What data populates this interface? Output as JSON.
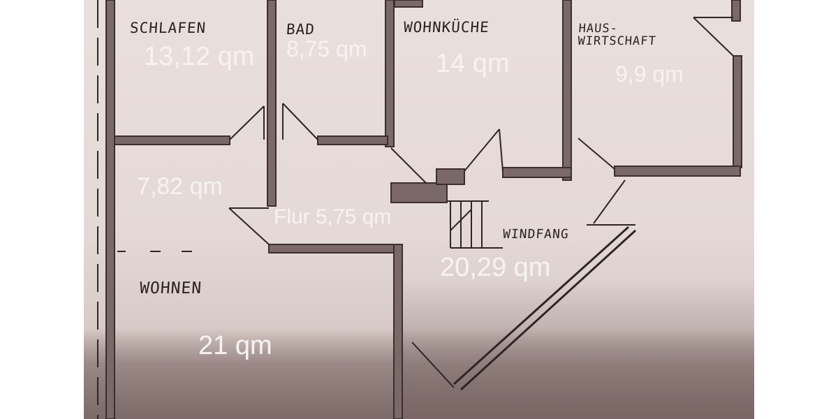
{
  "floorplan": {
    "rooms": [
      {
        "id": "schlafen",
        "label": "SCHLAFEN",
        "area": "13,12 qm"
      },
      {
        "id": "bad",
        "label": "BAD",
        "area": "8,75 qm"
      },
      {
        "id": "wohnkueche",
        "label": "WOHNKÜCHE",
        "area": "14 qm"
      },
      {
        "id": "hauswirtschaft",
        "label_line1": "HAUS-",
        "label_line2": "WIRTSCHAFT",
        "area": "9,9 qm"
      },
      {
        "id": "zimmer",
        "label": "",
        "area": "7,82 qm"
      },
      {
        "id": "flur",
        "label": "Flur",
        "area": "Flur 5,75 qm"
      },
      {
        "id": "windfang",
        "label": "WINDFANG",
        "area": "20,29 qm"
      },
      {
        "id": "wohnen",
        "label": "WOHNEN",
        "area": "21 qm"
      }
    ],
    "colors": {
      "paper": "#e6dcd9",
      "wall": "#6e5f5d",
      "ink": "#2a2222",
      "overlay_text": "#f6f2f1"
    }
  }
}
